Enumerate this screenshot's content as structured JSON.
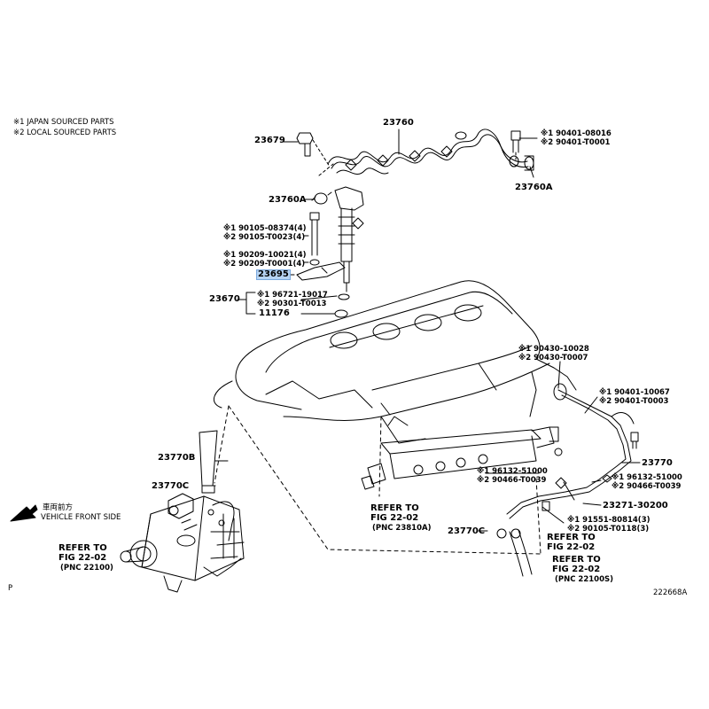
{
  "legend": {
    "line1": "※1 JAPAN SOURCED PARTS",
    "line2": "※2 LOCAL SOURCED PARTS"
  },
  "direction": {
    "jp": "車両前方",
    "en": "VEHICLE FRONT SIDE"
  },
  "labels": {
    "p23760": "23760",
    "p23679": "23679",
    "p23760A_left": "23760A",
    "p23760A_right": "23760A",
    "bolt_top_1": "※1 90401-08016",
    "bolt_top_2": "※2 90401-T0001",
    "screw_1": "※1 90105-08374(4)",
    "screw_2": "※2 90105-T0023(4)",
    "washer_1": "※1 90209-10021(4)",
    "washer_2": "※2 90209-T0001(4)",
    "p23695": "23695",
    "p23670": "23670",
    "seal_1": "※1 96721-19017",
    "seal_2": "※2 90301-T0013",
    "p11176": "11176",
    "gasket_1": "※1 90430-10028",
    "gasket_2": "※2 90430-T0007",
    "union_1": "※1 90401-10067",
    "union_2": "※2 90401-T0003",
    "p23770B": "23770B",
    "p23770C_left": "23770C",
    "p23770": "23770",
    "clip_a_1": "※1 96132-51000",
    "clip_a_2": "※2 90466-T0039",
    "clip_b_1": "※1 96132-51000",
    "clip_b_2": "※2 90466-T0039",
    "p23271": "23271-30200",
    "bolt_b_1": "※1 91551-80814(3)",
    "bolt_b_2": "※2 90105-T0118(3)",
    "p23770C_right": "23770C",
    "ref_left_1": "REFER TO",
    "ref_left_2": "FIG 22-02",
    "ref_left_3": "(PNC 22100)",
    "ref_mid_1": "REFER TO",
    "ref_mid_2": "FIG 22-02",
    "ref_mid_3": "(PNC 23810A)",
    "ref_right_a_1": "REFER TO",
    "ref_right_a_2": "FIG 22-02",
    "ref_right_b_1": "REFER TO",
    "ref_right_b_2": "FIG 22-02",
    "ref_right_b_3": "(PNC 22100S)",
    "corner_p": "P",
    "diagram_id": "222668A"
  },
  "colors": {
    "line": "#000000",
    "highlight": "#b7d4f3"
  }
}
